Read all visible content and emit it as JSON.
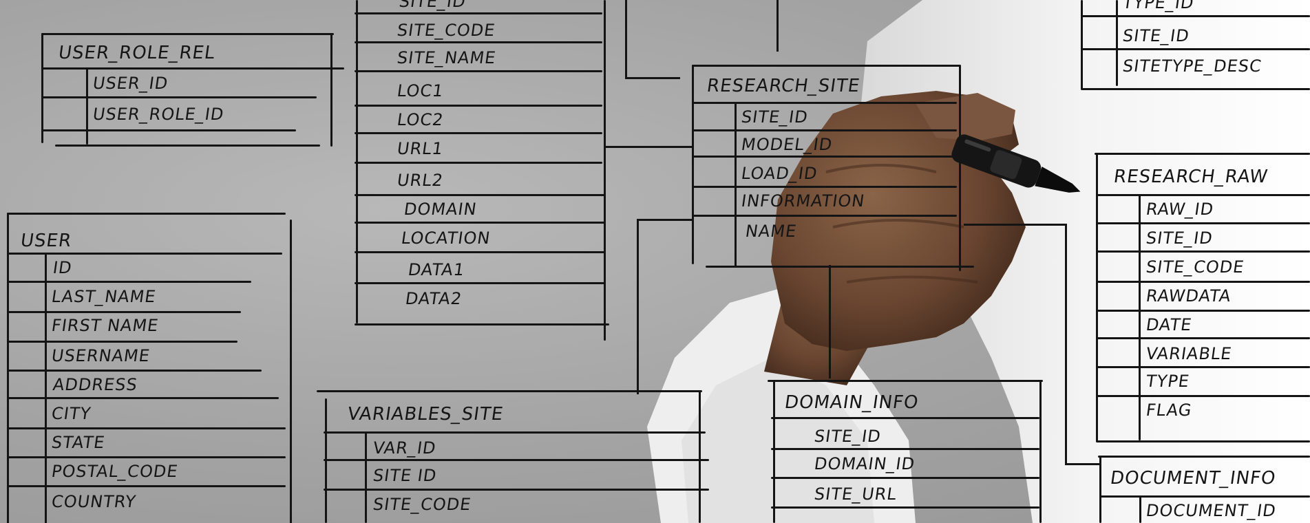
{
  "scene": {
    "description_hidden": "",
    "colors": {
      "wall": "#a9a9a9",
      "ink": "#141414",
      "shirt": "#f2f2f2",
      "skin": "#6b4a34"
    }
  },
  "tables": [
    {
      "key": "t_user_role_rel",
      "title": "USER_ROLE_REL",
      "fields": [
        "USER_ID",
        "USER_ROLE_ID"
      ]
    },
    {
      "key": "t_site",
      "title": "",
      "fields": [
        "SITE_ID",
        "SITE_CODE",
        "SITE_NAME",
        "LOC1",
        "LOC2",
        "URL1",
        "URL2",
        "DOMAIN",
        "LOCATION",
        "DATA1",
        "DATA2"
      ]
    },
    {
      "key": "t_research_site",
      "title": "RESEARCH_SITE",
      "fields": [
        "SITE_ID",
        "MODEL_ID",
        "LOAD_ID",
        "INFORMATION",
        "NAME"
      ]
    },
    {
      "key": "t_site_type",
      "title": "",
      "fields": [
        "TYPE_ID",
        "SITE_ID",
        "SITETYPE_DESC"
      ]
    },
    {
      "key": "t_user",
      "title": "USER",
      "fields": [
        "ID",
        "LAST_NAME",
        "FIRST NAME",
        "USERNAME",
        "ADDRESS",
        "CITY",
        "STATE",
        "POSTAL_CODE",
        "COUNTRY"
      ]
    },
    {
      "key": "t_variables_site",
      "title": "VARIABLES_SITE",
      "fields": [
        "VAR_ID",
        "SITE ID",
        "SITE_CODE"
      ]
    },
    {
      "key": "t_domain_info",
      "title": "DOMAIN_INFO",
      "fields": [
        "SITE_ID",
        "DOMAIN_ID",
        "SITE_URL"
      ]
    },
    {
      "key": "t_research_raw",
      "title": "RESEARCH_RAW",
      "fields": [
        "RAW_ID",
        "SITE_ID",
        "SITE_CODE",
        "RAWDATA",
        "DATE",
        "VARIABLE",
        "TYPE",
        "FLAG"
      ]
    },
    {
      "key": "t_document_info",
      "title": "DOCUMENT_INFO",
      "fields": [
        "DOCUMENT_ID"
      ]
    }
  ]
}
